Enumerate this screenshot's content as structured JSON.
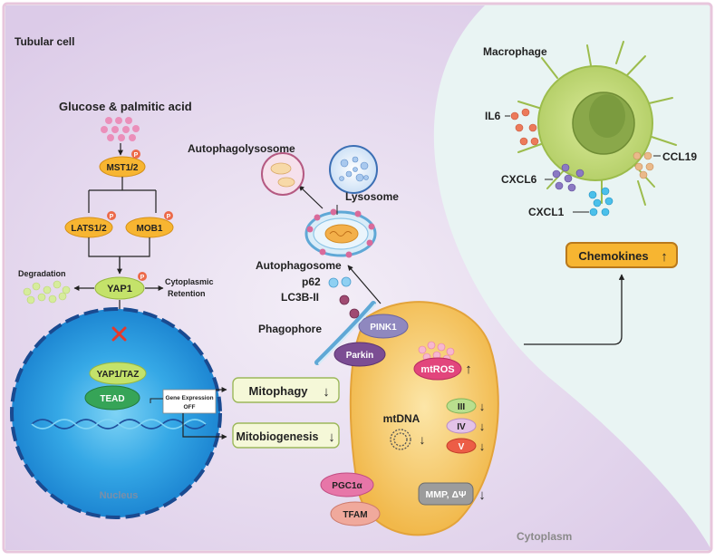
{
  "cell": {
    "tubular": "Tubular cell",
    "cytoplasm": "Cytoplasm",
    "nucleus": "Nucleus",
    "macrophage": "Macrophage"
  },
  "pathway": {
    "stimulus": "Glucose & palmitic acid",
    "mst": "MST1/2",
    "lats": "LATS1/2",
    "mob": "MOB1",
    "yap": "YAP1",
    "phospho": "P",
    "degradation": "Degradation",
    "retention_1": "Cytoplasmic",
    "retention_2": "Retention",
    "yaptaz": "YAP1/TAZ",
    "tead": "TEAD",
    "gene_expr_1": "Gene Expression",
    "gene_expr_2": "OFF"
  },
  "outcomes": {
    "mitophagy": "Mitophagy",
    "mitobiogenesis": "Mitobiogenesis",
    "down_arrow": "↓",
    "up_arrow": "↑"
  },
  "autophagy": {
    "autophagolysosome": "Autophagolysosome",
    "lysosome": "Lysosome",
    "autophagosome": "Autophagosome",
    "p62": "p62",
    "lc3b": "LC3B-II",
    "phagophore": "Phagophore"
  },
  "mito": {
    "pink1": "PINK1",
    "parkin": "Parkin",
    "mtros": "mtROS",
    "mtdna": "mtDNA",
    "complex3": "III",
    "complex4": "IV",
    "complex5": "V",
    "pgc1a": "PGC1α",
    "tfam": "TFAM",
    "mmp": "MMP, ΔΨ"
  },
  "chemokines": {
    "box": "Chemokines",
    "il6": "IL6",
    "cxcl6": "CXCL6",
    "cxcl1": "CXCL1",
    "ccl19": "CCL19"
  },
  "colors": {
    "border": "#e8c6dc",
    "cytoplasm": "#e6daee",
    "extracellular": "#e6f3f2",
    "nucleus": "#2a9be0",
    "nucleus_border": "#1a4a90",
    "node_orange": "#f7b531",
    "node_green": "#c4e26a",
    "tead_green": "#36a457",
    "mito": "#f8cd6a",
    "macrophage": "#c6dd86",
    "pink_bead": "#eb8fba"
  }
}
